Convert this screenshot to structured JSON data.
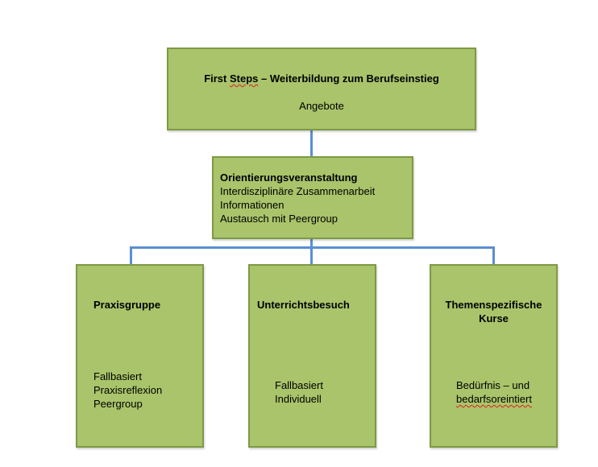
{
  "diagram": {
    "colors": {
      "box_fill": "#a9c46a",
      "box_border": "#7d9a44",
      "connector": "#5b8fd1",
      "spellcheck_underline": "#e02020"
    },
    "root": {
      "title_part1": "First ",
      "title_misspelled": "Steps",
      "title_part2": " – Weiterbildung zum Berufseinstieg",
      "subtitle": "Angebote"
    },
    "middle": {
      "title": "Orientierungsveranstaltung",
      "lines": [
        "Interdisziplinäre Zusammenarbeit",
        "Informationen",
        "Austausch mit Peergroup"
      ]
    },
    "children": [
      {
        "title": "Praxisgruppe",
        "lines": [
          "Fallbasiert",
          "Praxisreflexion",
          "Peergroup"
        ]
      },
      {
        "title": "Unterrichtsbesuch",
        "lines": [
          "Fallbasiert",
          "Individuell"
        ]
      },
      {
        "title_line1": "Themenspezifische",
        "title_line2": "Kurse",
        "line1": "Bedürfnis – und",
        "line2_misspelled": "bedarfsoreintiert"
      }
    ]
  }
}
